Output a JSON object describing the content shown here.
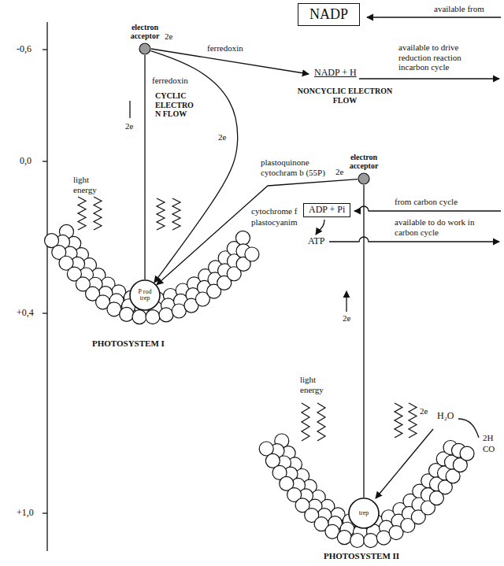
{
  "diagram": {
    "nodes": [
      {
        "text": [
          "electron acceptor"
        ]
      },
      {
        "text": [
          "NADP"
        ]
      },
      {
        "text": [
          "electron acceptor"
        ]
      },
      {
        "text": [
          "ADP + Pi"
        ]
      },
      {
        "text": [
          "P rod trep"
        ]
      },
      {
        "text": [
          "trep"
        ]
      }
    ],
    "edges": [
      {
        "from": 4,
        "to": 0,
        "arrow": "none"
      },
      {
        "from": 0,
        "to": 4,
        "arrow": "to"
      },
      {
        "from": 2,
        "to": 4,
        "arrow": "to"
      },
      {
        "from": 5,
        "to": 2,
        "arrow": "none"
      }
    ],
    "labels": [
      "-0,6",
      "available from",
      "2e",
      "ferredoxin",
      "available to drive reduction reaction incarbon cycle",
      "NADP + H",
      "ferredoxin",
      "NONCYCLIC ELECTRON FLOW",
      "CYCLIC ELECTRO N FLOW",
      "2e",
      "2e",
      "plastoquinone",
      "0,0",
      "cytochram b (55P)",
      "2e",
      "light energy",
      "from carbon cycle",
      "cytochrome f",
      "plastocyanim",
      "available to do work in carbon cycle",
      "ATP",
      "+0,4",
      "2e",
      "PHOTOSYSTEM I",
      "light energy",
      "2e",
      "H₂O",
      "2H",
      "CO",
      "+1,0",
      "PHOTOSYSTEM II"
    ]
  }
}
